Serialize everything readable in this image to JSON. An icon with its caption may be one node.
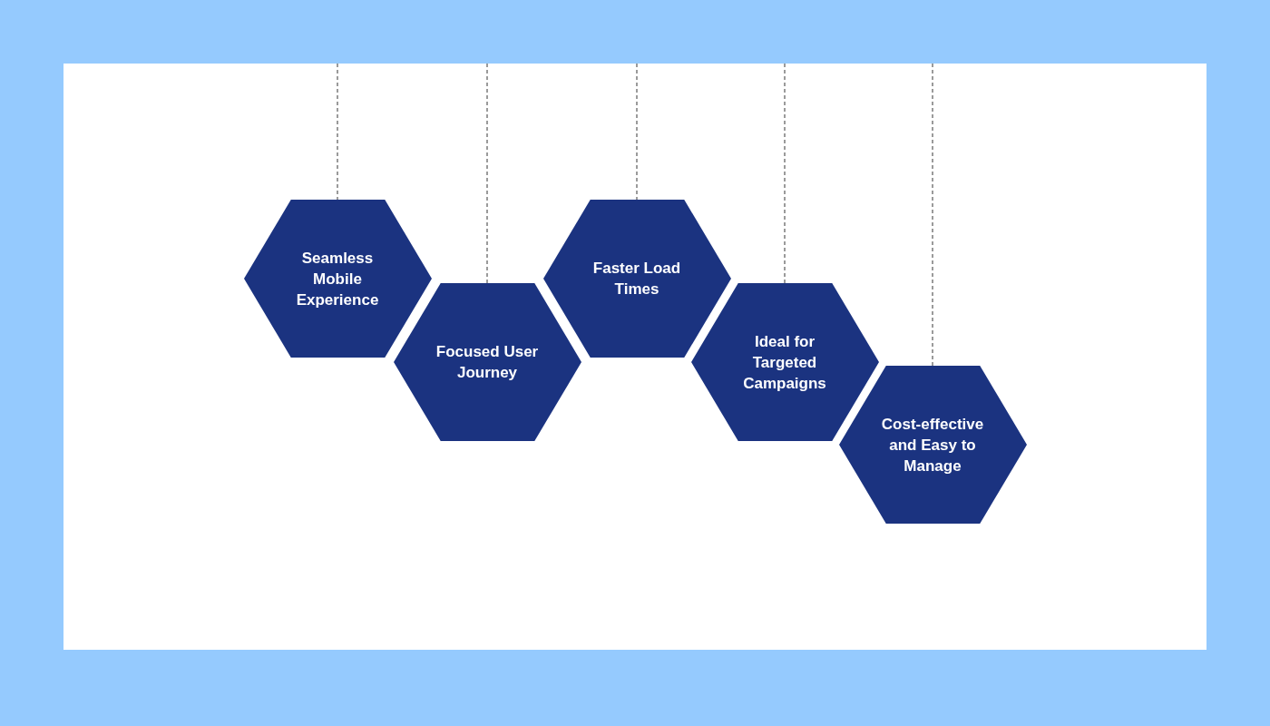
{
  "diagram": {
    "nodes": [
      {
        "text": [
          "Seamless Mobile Experience"
        ]
      },
      {
        "text": [
          "Focused User Journey"
        ]
      },
      {
        "text": [
          "Faster Load Times"
        ]
      },
      {
        "text": [
          "Ideal for Targeted Campaigns"
        ]
      },
      {
        "text": [
          "Cost-effective and Easy to Manage"
        ]
      }
    ],
    "edges": [
      {
        "from": null,
        "to": 0,
        "arrow": "none",
        "style": "dashed"
      },
      {
        "from": null,
        "to": 1,
        "arrow": "none",
        "style": "dashed"
      },
      {
        "from": null,
        "to": 2,
        "arrow": "none",
        "style": "dashed"
      },
      {
        "from": null,
        "to": 3,
        "arrow": "none",
        "style": "dashed"
      },
      {
        "from": null,
        "to": 4,
        "arrow": "none",
        "style": "dashed"
      }
    ]
  }
}
